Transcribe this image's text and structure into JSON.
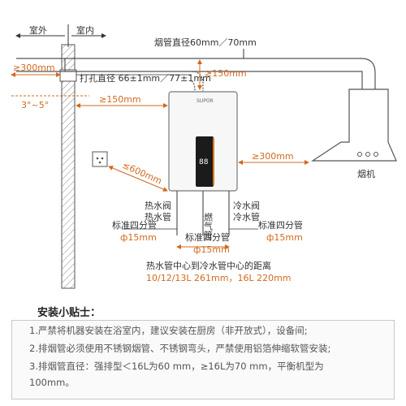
{
  "diagram": {
    "outdoor": "室外",
    "indoor": "室内",
    "flue_diameter": "烟管直径60mm／70mm",
    "wall_gap": "≥300mm",
    "hole_diameter": "打孔直径 66±1mm／77±1mm",
    "top_gap": "≥150mm",
    "slope": "3°~5°",
    "side_gap_left": "≥150mm",
    "socket_gap": "≤600mm",
    "hood_gap": "≥300mm",
    "hood_label": "烟机",
    "heater_brand": "SUPOR",
    "display_value": "88",
    "hot_valve": "热水阀",
    "hot_pipe": "热水管",
    "gas_pipe": "燃气管",
    "cold_valve": "冷水阀",
    "cold_pipe": "冷水管",
    "std_pipe_left": "标准四分管",
    "phi_left": "ф15mm",
    "std_pipe_mid": "标准四分管",
    "phi_mid": "ф15mm",
    "std_pipe_right": "标准四分管",
    "phi_right": "ф15mm",
    "center_distance_title": "热水管中心到冷水管中心的距离",
    "center_distance_values": "10/12/13L 261mm，16L 220mm"
  },
  "tips": {
    "title": "安装小贴士：",
    "items": [
      "1.严禁将机器安装在浴室内，建议安装在厨房（非开放式），设备间;",
      "2.排烟管必须使用不锈钢烟管、不锈钢弯头，严禁使用铝箔伸缩软管安装;",
      "3.排烟管直径：强排型＜16L为60 mm，≥16L为70 mm，平衡机型为",
      "100mm。"
    ]
  },
  "colors": {
    "dimension": "#d2691e",
    "wall": "#555555",
    "text": "#333333",
    "heater_accent": "#e07b22"
  }
}
